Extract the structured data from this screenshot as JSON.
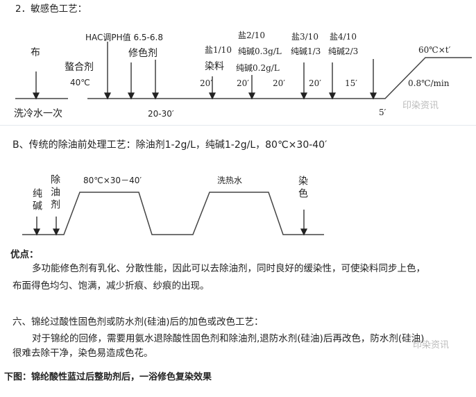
{
  "section_sensitive": {
    "title": "2．敏感色工艺：",
    "labels": {
      "cloth": "布",
      "wash": "洗冷水一次",
      "chelating": "螯合剂",
      "temp40": "40℃",
      "hac": "HAC调PH值  6.5-6.8",
      "shading": "修色剂",
      "time_20_30": "20-30′",
      "salt1": "盐1/10",
      "dye": "染料",
      "salt2": "盐2/10",
      "soda03": "纯碱0.3g/L",
      "soda02": "纯碱0.2g/L",
      "salt3": "盐3/10",
      "soda13": "纯碱1/3",
      "salt4": "盐4/10",
      "soda23": "纯碱2/3",
      "t1": "20′",
      "t2": "20′",
      "t3": "20′",
      "t4": "20′",
      "t5": "15′",
      "t6": "5′",
      "hold": "60℃×t′",
      "rate": "0.8℃/min"
    },
    "watermark": "印染资讯"
  },
  "section_b": {
    "title": "B、传统的除油前处理工艺：除油剂1-2g/L，纯碱1-2g/L，80℃×30-40′",
    "labels": {
      "soda": "纯碱",
      "degreaser": "除油剂",
      "hold": "80℃×30－40′",
      "hot_wash": "洗热水",
      "dyeing": "染色"
    }
  },
  "advantages": {
    "heading": "优点：",
    "text": "多功能修色剂有乳化、分散性能，因此可以去除油剂，同时良好的缓染性，可使染料同步上色，",
    "text2": "布面得色均匀、饱满，减少折痕、纱痕的出现。"
  },
  "section_six": {
    "heading": "六、锦纶过酸性固色剂或防水剂(硅油)后的加色或改色工艺：",
    "text": "对于锦纶的回修，需要用氨水退除酸性固色剂和除油剂,退防水剂(硅油)后再改色，防水剂(硅油)",
    "text2": "很难去除干净，染色易造成色花。",
    "watermark": "印染资讯"
  },
  "caption": "下图：锦纶酸性蓝过后整助剂后，一浴修色复染效果"
}
